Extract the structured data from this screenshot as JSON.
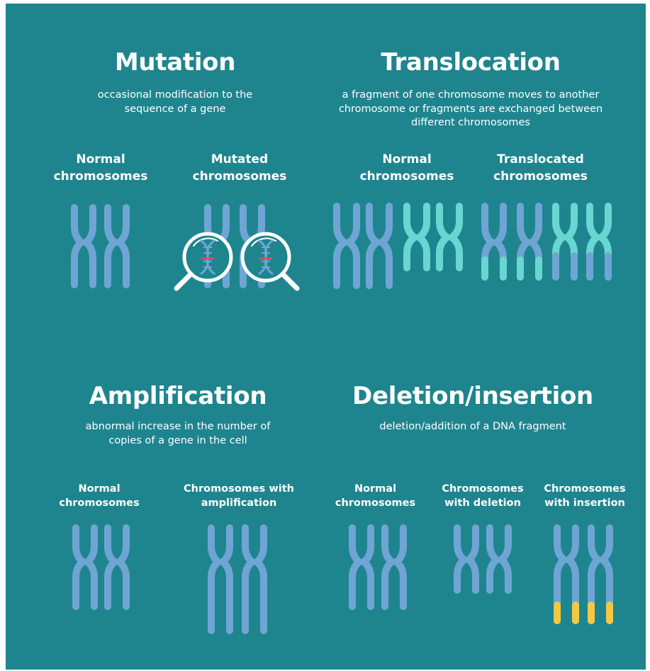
{
  "sections": {
    "mutation": {
      "title": "Mutation",
      "desc1": "occasional modification to the",
      "desc2": "sequence of a gene",
      "normal1": "Normal",
      "normal2": "chromosomes",
      "mutated1": "Mutated",
      "mutated2": "chromosomes"
    },
    "translocation": {
      "title": "Translocation",
      "desc1": "a fragment of one chromosome moves to another",
      "desc2": "chromosome or fragments are exchanged between",
      "desc3": "different chromosomes",
      "normal1": "Normal",
      "normal2": "chromosomes",
      "trans1": "Translocated",
      "trans2": "chromosomes"
    },
    "amplification": {
      "title": "Amplification",
      "desc1": "abnormal increase in the number of",
      "desc2": "copies of a gene in the cell",
      "normal1": "Normal",
      "normal2": "chromosomes",
      "amp1": "Chromosomes with",
      "amp2": "amplification"
    },
    "deletion": {
      "title": "Deletion/insertion",
      "desc1": "deletion/addition of a DNA fragment",
      "normal1": "Normal",
      "normal2": "chromosomes",
      "del1": "Chromosomes",
      "del2": "with deletion",
      "ins1": "Chromosomes",
      "ins2": "with insertion"
    }
  },
  "colors": {
    "background": "#1e858f",
    "chromosome_blue": "#6fa5d4",
    "chromosome_teal": "#6ad6d2",
    "insertion_yellow": "#f5c842",
    "mutation_red": "#d9534f",
    "text": "#ffffff"
  },
  "icons": [
    "magnifier-dna-icon",
    "magnifier-dna-icon"
  ]
}
